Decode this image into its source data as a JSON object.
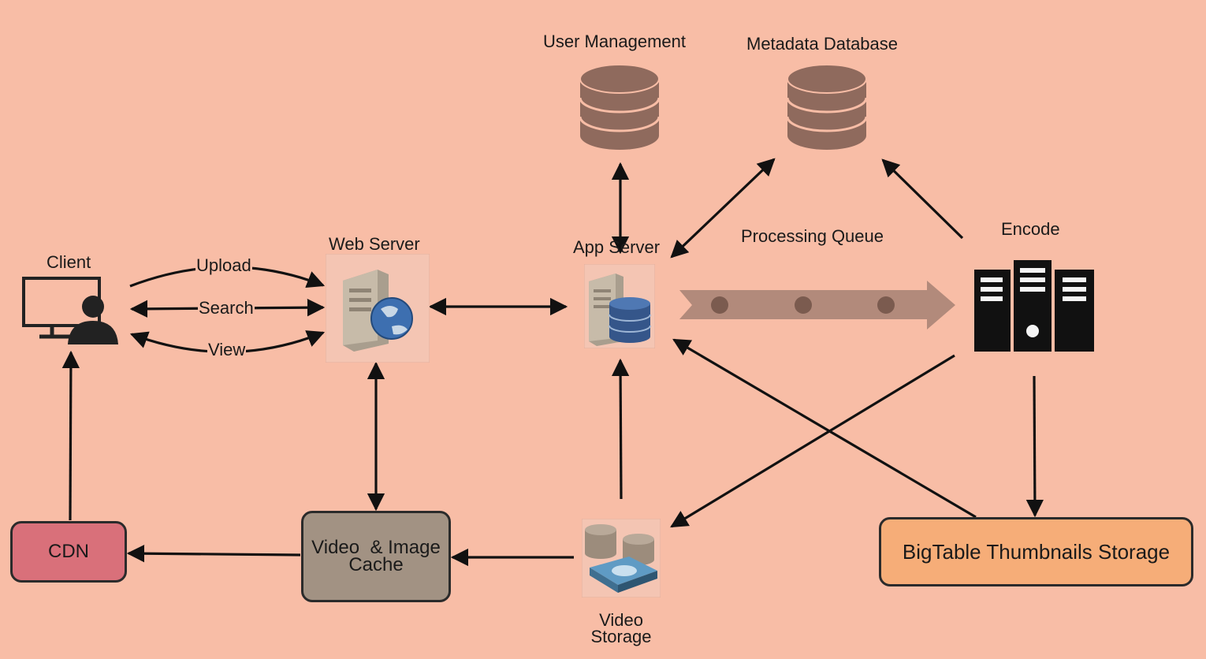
{
  "labels": {
    "client": "Client",
    "web_server": "Web Server",
    "app_server": "App Server",
    "user_management": "User Management",
    "metadata_database": "Metadata Database",
    "processing_queue": "Processing Queue",
    "encode": "Encode",
    "upload": "Upload",
    "search": "Search",
    "view": "View",
    "cdn": "CDN",
    "cache_line1": "Video  & Image",
    "cache_line2": "Cache",
    "video_storage_line1": "Video",
    "video_storage_line2": "Storage",
    "bigtable": "BigTable Thumbnails Storage"
  },
  "colors": {
    "background": "#f8bda6",
    "cdn": "#d9707a",
    "cache": "#a29283",
    "bigtable": "#f6ad78",
    "database": "#8f6a5d",
    "queue": "#b28a7b",
    "queue_dot": "#7b5b4f",
    "arrow": "#111111"
  },
  "icons": {
    "client": "person-at-monitor-icon",
    "web_server": "web-server-globe-icon",
    "app_server": "app-server-database-icon",
    "user_management": "database-cylinder-icon",
    "metadata_database": "database-cylinder-icon",
    "encode": "server-rack-icon",
    "video_storage": "storage-drive-icon"
  }
}
